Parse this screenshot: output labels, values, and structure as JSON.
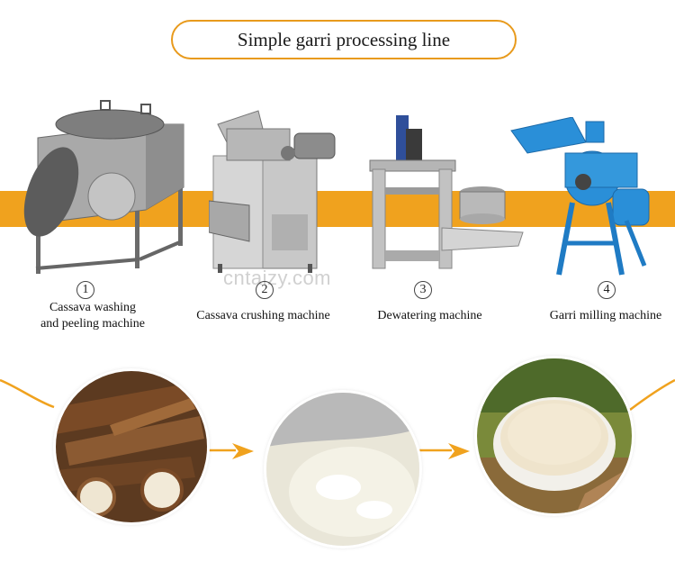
{
  "title": "Simple garri processing line",
  "watermark": "cntaizy.com",
  "steps": [
    {
      "number": "1",
      "label_line1": "Cassava washing",
      "label_line2": "and peeling machine"
    },
    {
      "number": "2",
      "label_line1": "Cassava crushing machine",
      "label_line2": ""
    },
    {
      "number": "3",
      "label_line1": "Dewatering machine",
      "label_line2": ""
    },
    {
      "number": "4",
      "label_line1": "Garri milling machine",
      "label_line2": ""
    }
  ],
  "colors": {
    "accent": "#f0a21e",
    "title_border": "#e89a1c",
    "mill_blue": "#2a8fd8"
  }
}
